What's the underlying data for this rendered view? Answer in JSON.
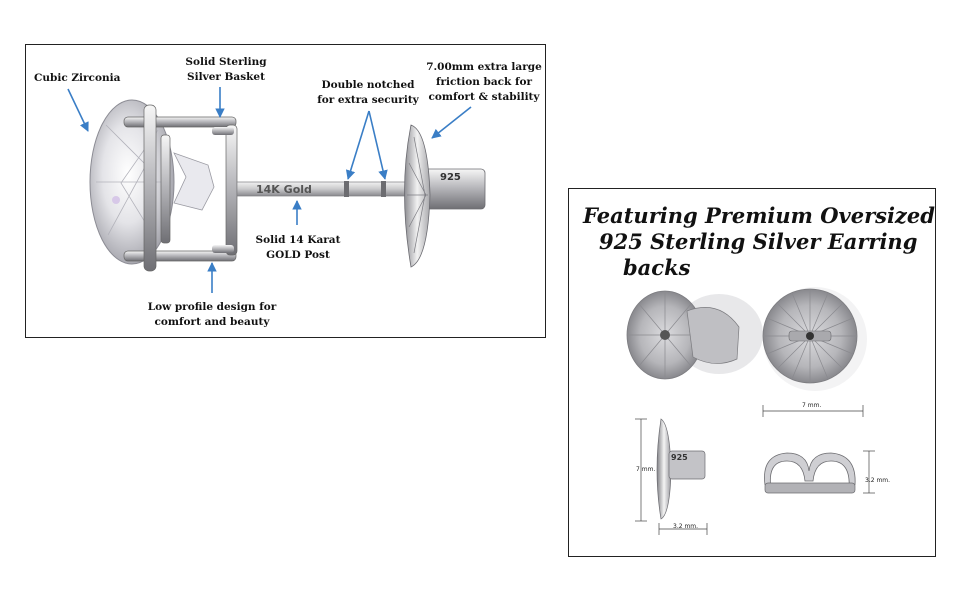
{
  "left_panel": {
    "labels": {
      "cubic_zirconia": "Cubic Zirconia",
      "basket_line1": "Solid Sterling",
      "basket_line2": "Silver Basket",
      "notched_line1": "Double notched",
      "notched_line2": "for extra security",
      "back_line1": "7.00mm extra large",
      "back_line2": "friction back for",
      "back_line3": "comfort & stability",
      "post_line1": "Solid 14 Karat",
      "post_line2": "GOLD Post",
      "profile_line1": "Low profile design for",
      "profile_line2": "comfort and beauty"
    },
    "post_text": "14K Gold",
    "stamp_text": "925",
    "arrow_color": "#3a7ec6"
  },
  "right_panel": {
    "headline": {
      "line1": "Featuring Premium Oversized",
      "line2": "925 Sterling Silver Earring",
      "line3": "backs"
    },
    "stamp_text": "925",
    "dimensions": {
      "width": "7 mm.",
      "height": "7 mm.",
      "thickness": "3.2 mm.",
      "loop_height": "3.2 mm."
    }
  }
}
